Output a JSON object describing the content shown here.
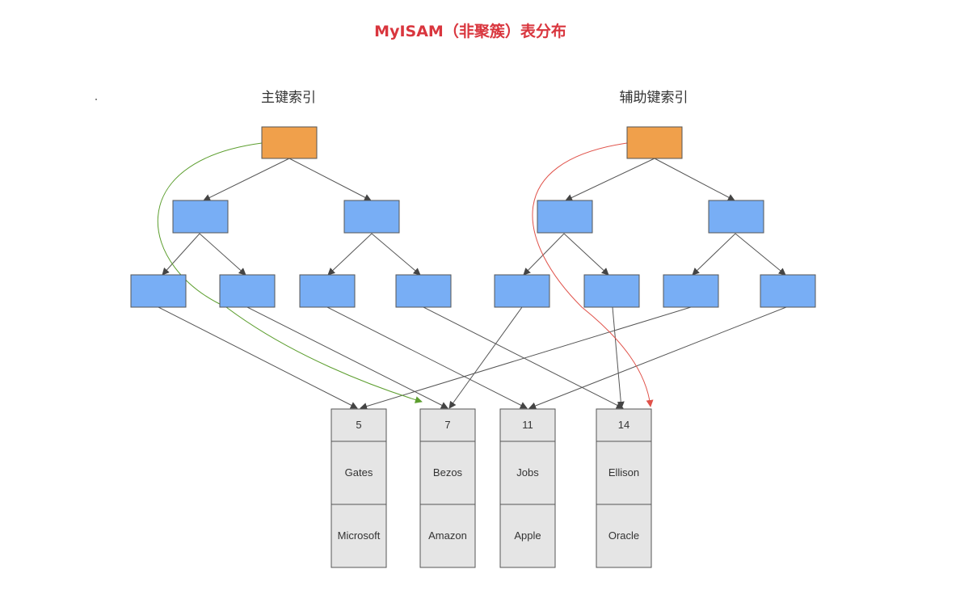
{
  "title": "MyISAM（非聚簇）表分布",
  "sections": {
    "primary": "主键索引",
    "secondary": "辅助键索引"
  },
  "records": [
    {
      "id": "5",
      "name": "Gates",
      "company": "Microsoft"
    },
    {
      "id": "7",
      "name": "Bezos",
      "company": "Amazon"
    },
    {
      "id": "11",
      "name": "Jobs",
      "company": "Apple"
    },
    {
      "id": "14",
      "name": "Ellison",
      "company": "Oracle"
    }
  ],
  "colors": {
    "title": "#d9363e",
    "root_node": "#f0a04b",
    "node": "#78aef5",
    "record_cell": "#e5e5e5",
    "edge": "#555555",
    "primary_lookup_path": "#5c9e2e",
    "secondary_lookup_path": "#e0524a"
  }
}
